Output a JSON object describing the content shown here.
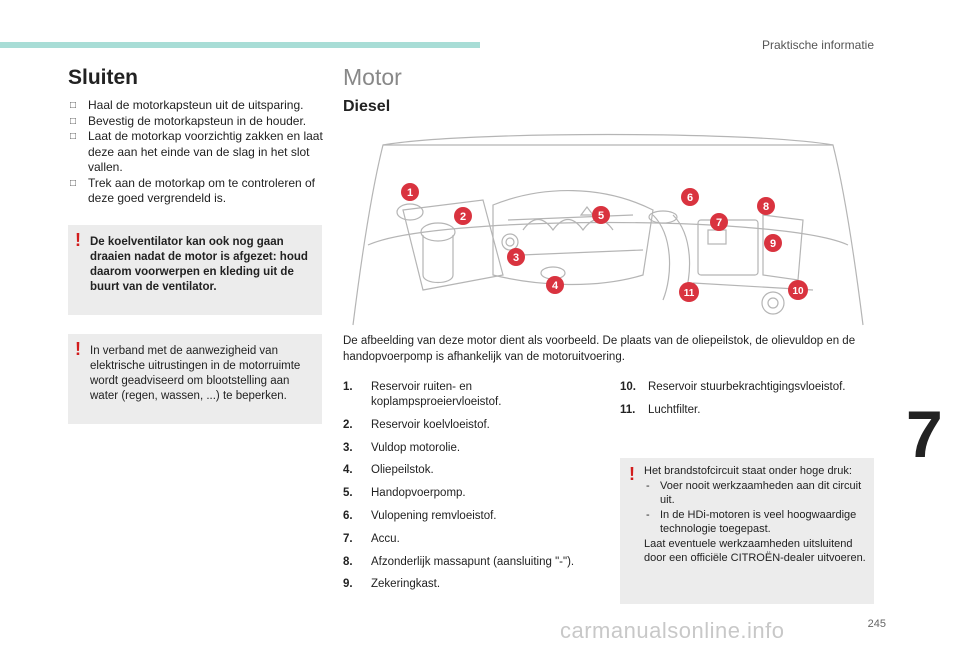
{
  "header": {
    "chapter_title": "Praktische informatie",
    "chapter_number": "7",
    "page_number": "245"
  },
  "left": {
    "title": "Sluiten",
    "steps": [
      "Haal de motorkapsteun uit de uitsparing.",
      "Bevestig de motorkapsteun in de houder.",
      "Laat de motorkap voorzichtig zakken en laat deze aan het einde van de slag in het slot vallen.",
      "Trek aan de motorkap om te controleren of deze goed vergrendeld is."
    ],
    "warning1": "De koelventilator kan ook nog gaan draaien nadat de motor is afgezet: houd daarom voorwerpen en kleding uit de buurt van de ventilator.",
    "warning2": "In verband met de aanwezigheid van elektrische uitrustingen in de motorruimte wordt geadviseerd om blootstelling aan water (regen, wassen, ...) te beperken."
  },
  "right": {
    "title": "Motor",
    "subtitle": "Diesel",
    "caption": "De afbeelding van deze motor dient als voorbeeld. De plaats van de oliepeilstok, de olievuldop en de handopvoerpomp is afhankelijk van de motoruitvoering.",
    "callouts": [
      "1",
      "2",
      "3",
      "4",
      "5",
      "6",
      "7",
      "8",
      "9",
      "10",
      "11"
    ],
    "parts_left": [
      {
        "num": "1.",
        "text": "Reservoir ruiten- en koplampsproeiervloeistof."
      },
      {
        "num": "2.",
        "text": "Reservoir koelvloeistof."
      },
      {
        "num": "3.",
        "text": "Vuldop motorolie."
      },
      {
        "num": "4.",
        "text": "Oliepeilstok."
      },
      {
        "num": "5.",
        "text": "Handopvoerpomp."
      },
      {
        "num": "6.",
        "text": "Vulopening remvloeistof."
      },
      {
        "num": "7.",
        "text": "Accu."
      },
      {
        "num": "8.",
        "text": "Afzonderlijk massapunt (aansluiting \"-\")."
      },
      {
        "num": "9.",
        "text": "Zekeringkast."
      }
    ],
    "parts_right": [
      {
        "num": "10.",
        "text": "Reservoir stuurbekrachtigingsvloeistof."
      },
      {
        "num": "11.",
        "text": "Luchtfilter."
      }
    ],
    "fuel_warning": {
      "intro": "Het brandstofcircuit staat onder hoge druk:",
      "items": [
        "Voer nooit werkzaamheden aan dit circuit uit.",
        "In de HDi-motoren is veel hoogwaardige technologie toegepast."
      ],
      "outro": "Laat eventuele werkzaamheden uitsluitend door een officiële CITROËN-dealer uitvoeren."
    }
  },
  "footer": {
    "watermark": "carmanualsonline.info"
  },
  "colors": {
    "accent_bar": "#a8ddd6",
    "callout_red": "#d9333f",
    "warning_red": "#d21d1d",
    "box_gray": "#ececec"
  }
}
